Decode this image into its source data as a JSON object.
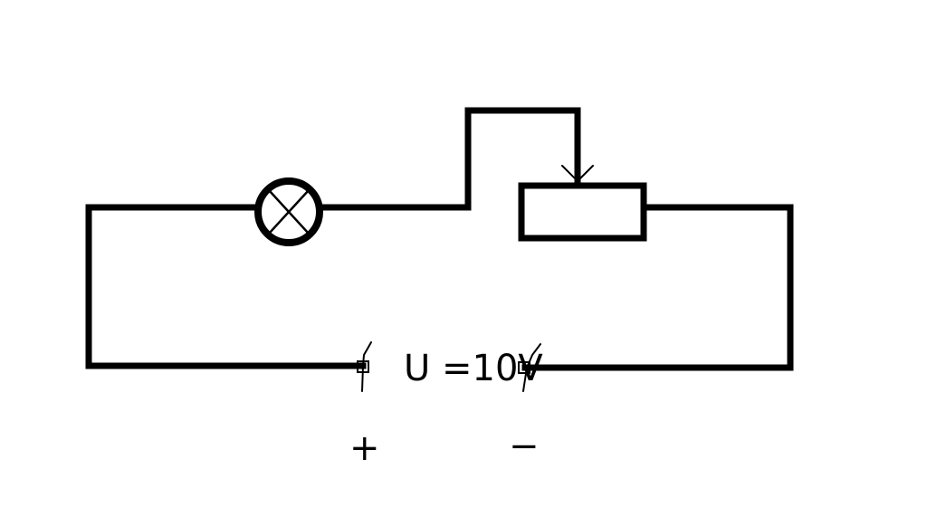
{
  "labels": {
    "voltage": "U =10V",
    "positive_sign": "+",
    "negative_sign": "−"
  },
  "components": [
    {
      "id": "lamp",
      "symbol": "circle-with-cross-icon"
    },
    {
      "id": "rheostat",
      "symbol": "rectangle-with-slider-arrow-icon"
    },
    {
      "id": "source",
      "symbol": "two-terminal-voltage-source"
    }
  ],
  "colors": {
    "wire": "#000000",
    "background": "#ffffff"
  }
}
